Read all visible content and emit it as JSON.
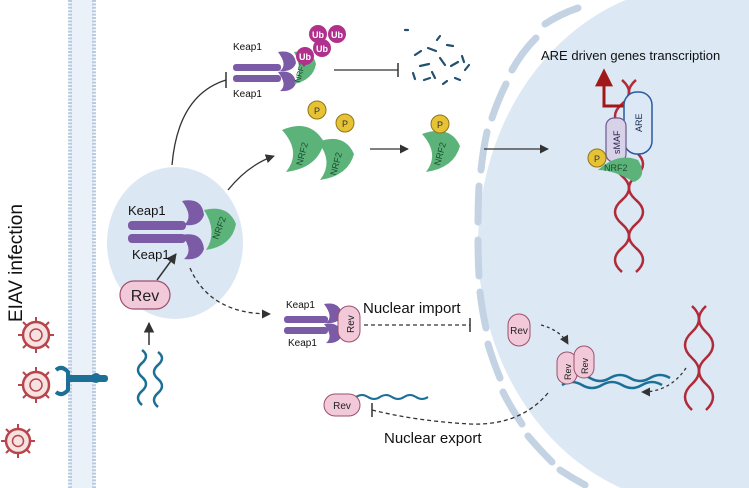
{
  "side_label": "EIAV infection",
  "labels": {
    "keap1": "Keap1",
    "nrf2": "NRF2",
    "ub": "Ub",
    "p": "P",
    "rev": "Rev",
    "smaf": "sMAF",
    "are": "ARE"
  },
  "process": {
    "are_transcription": "ARE driven genes transcription",
    "nuclear_import": "Nuclear import",
    "nuclear_export": "Nuclear export"
  },
  "colors": {
    "membrane": "#b9cbe0",
    "cytoplasm_blob": "#dbe7f3",
    "nucleus": "#dce8f4",
    "nuclear_envelope": "#bfcfdf",
    "keap1": "#7b5aa6",
    "nrf2": "#5cb37a",
    "ubiquitin": "#b0318c",
    "phosphate": "#e6c235",
    "rev": "#f2c9d8",
    "dna": "#b02a37",
    "rna": "#1c6f96",
    "arrow_red": "#a01818"
  }
}
